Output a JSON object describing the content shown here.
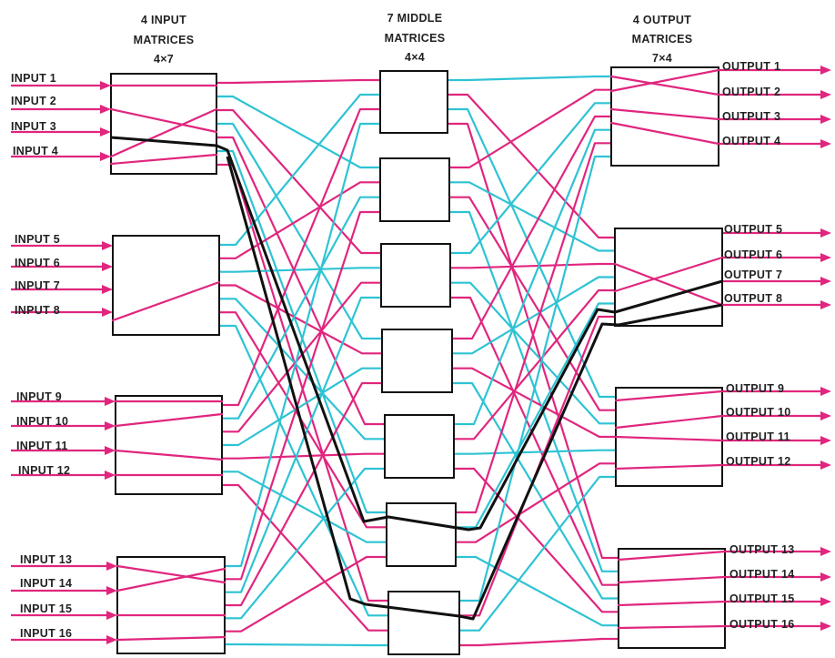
{
  "colors": {
    "magenta": "#e0267e",
    "cyan": "#2ec3d4",
    "box": "#111111",
    "path": "#111111",
    "text": "#222222"
  },
  "headers": {
    "input": {
      "line1": "4 INPUT",
      "line2": "MATRICES",
      "line3": "4×7"
    },
    "middle": {
      "line1": "7 MIDDLE",
      "line2": "MATRICES",
      "line3": "4×4"
    },
    "output": {
      "line1": "4 OUTPUT",
      "line2": "MATRICES",
      "line3": "7×4"
    }
  },
  "inputs": [
    "INPUT 1",
    "INPUT 2",
    "INPUT 3",
    "INPUT 4",
    "INPUT 5",
    "INPUT 6",
    "INPUT 7",
    "INPUT 8",
    "INPUT 9",
    "INPUT 10",
    "INPUT 11",
    "INPUT 12",
    "INPUT 13",
    "INPUT 14",
    "INPUT 15",
    "INPUT 16"
  ],
  "outputs": [
    "OUTPUT 1",
    "OUTPUT 2",
    "OUTPUT 3",
    "OUTPUT 4",
    "OUTPUT 5",
    "OUTPUT 6",
    "OUTPUT 7",
    "OUTPUT 8",
    "OUTPUT 9",
    "OUTPUT 10",
    "OUTPUT 11",
    "OUTPUT 12",
    "OUTPUT 13",
    "OUTPUT 14",
    "OUTPUT 15",
    "OUTPUT 16"
  ]
}
